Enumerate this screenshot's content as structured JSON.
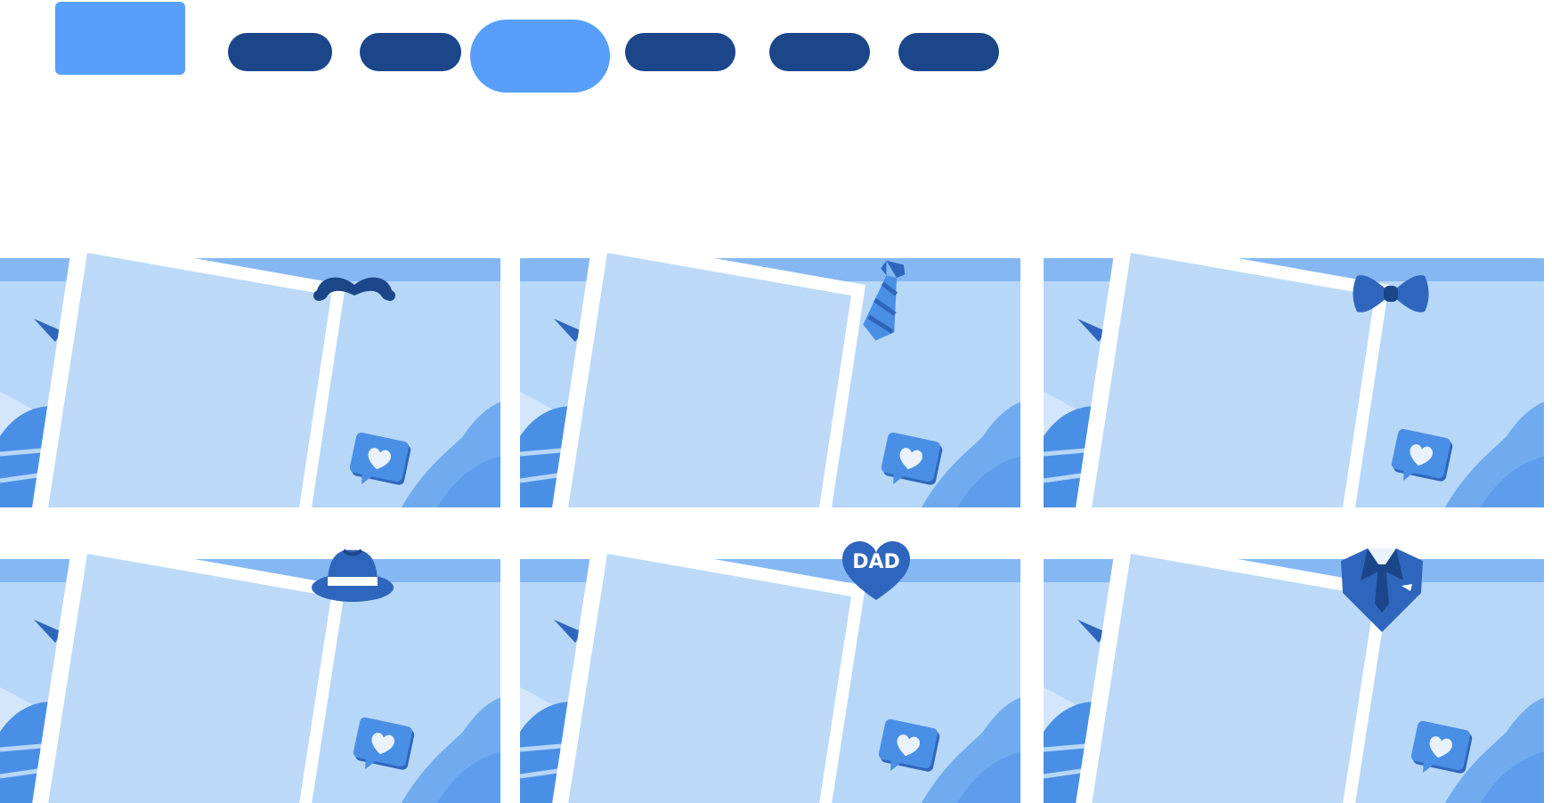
{
  "colors": {
    "nav": "#1b4689",
    "active": "#579ffa",
    "card_bg": "#b7d7f8",
    "band": "#85b8f3",
    "wave": "#70abf0",
    "dark": "#1b4689",
    "mid": "#2f66bd",
    "bright": "#4a8fe6",
    "photo": "#bcdaf8",
    "frame": "#ffffff"
  },
  "nav": {
    "logo": {
      "name": "logo-block"
    },
    "pills": [
      {
        "name": "nav-pill-1",
        "active": false
      },
      {
        "name": "nav-pill-2",
        "active": false
      },
      {
        "name": "nav-pill-3",
        "active": true
      },
      {
        "name": "nav-pill-4",
        "active": false
      },
      {
        "name": "nav-pill-5",
        "active": false
      },
      {
        "name": "nav-pill-6",
        "active": false
      }
    ]
  },
  "cards": [
    {
      "name": "frame-card-mustache",
      "sticker": "mustache-icon"
    },
    {
      "name": "frame-card-tie",
      "sticker": "necktie-icon"
    },
    {
      "name": "frame-card-bowtie",
      "sticker": "bowtie-icon"
    },
    {
      "name": "frame-card-hat",
      "sticker": "fedora-hat-icon"
    },
    {
      "name": "frame-card-dad-heart",
      "sticker": "dad-heart-icon",
      "sticker_text": "DAD"
    },
    {
      "name": "frame-card-suit",
      "sticker": "suit-icon"
    }
  ]
}
